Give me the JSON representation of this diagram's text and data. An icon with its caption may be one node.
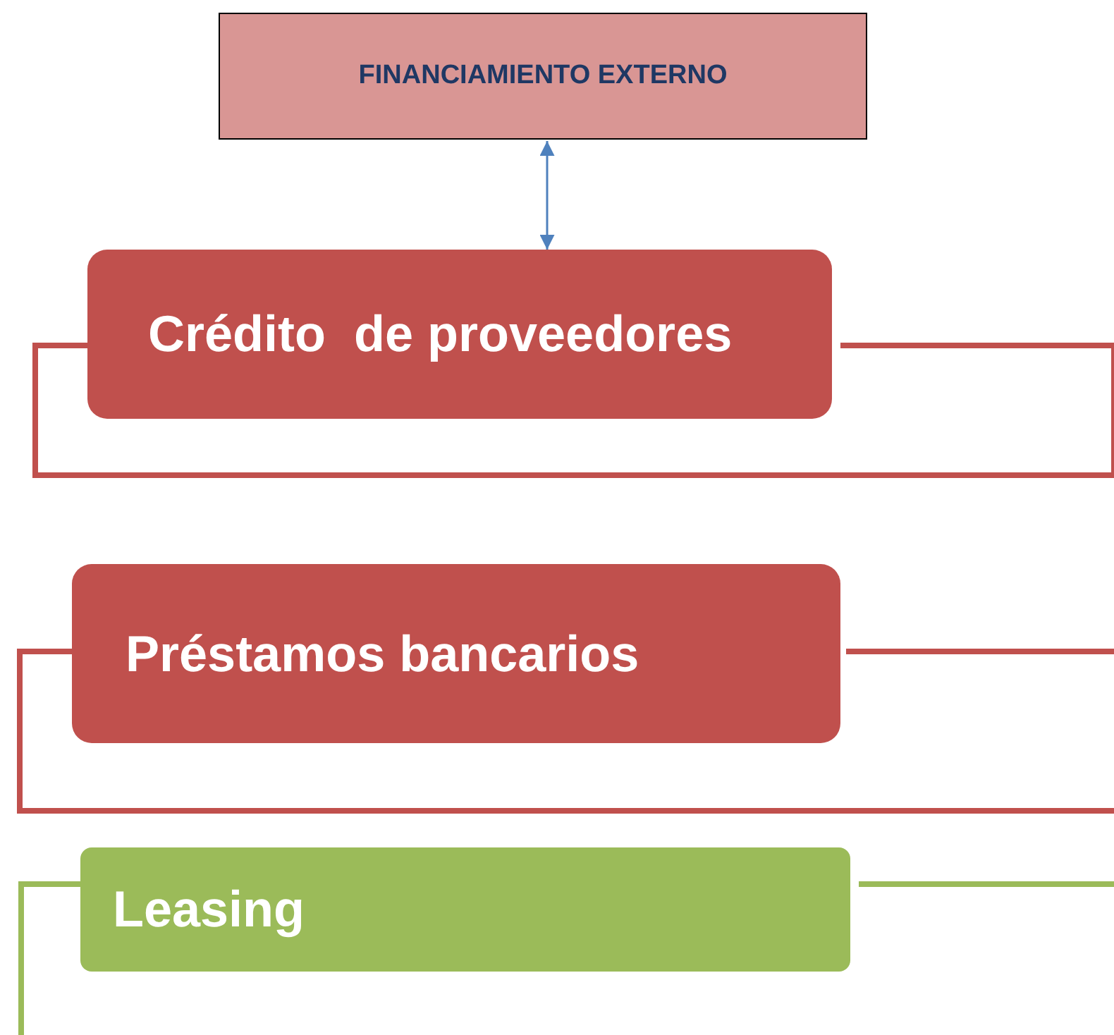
{
  "diagram": {
    "nodes": [
      {
        "text": [
          "FINANCIAMIENTO EXTERNO"
        ]
      },
      {
        "text": [
          "Crédito  de proveedores"
        ]
      },
      {
        "text": [
          "Préstamos bancarios"
        ]
      },
      {
        "text": [
          "Leasing"
        ]
      }
    ],
    "edges": [
      {
        "from": 0,
        "to": 1,
        "arrow": "both",
        "color": "#4f81bd"
      }
    ]
  }
}
